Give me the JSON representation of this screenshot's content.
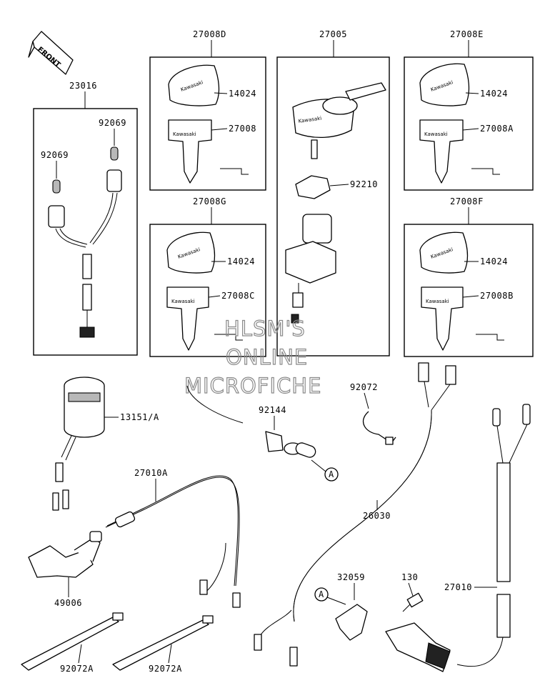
{
  "front_label": "FRONT",
  "callouts": {
    "c23016": "23016",
    "c92069a": "92069",
    "c92069b": "92069",
    "c27008D": "27008D",
    "c14024_d": "14024",
    "c27008": "27008",
    "c27008G": "27008G",
    "c14024_g": "14024",
    "c27008C": "27008C",
    "c27005": "27005",
    "c92210": "92210",
    "c27008E": "27008E",
    "c14024_e": "14024",
    "c27008A": "27008A",
    "c27008F": "27008F",
    "c14024_f": "14024",
    "c27008B": "27008B",
    "c13151A": "13151/A",
    "c92144": "92144",
    "c92072": "92072",
    "c27010A": "27010A",
    "c26030": "26030",
    "c27010": "27010",
    "c49006": "49006",
    "c32059": "32059",
    "c130": "130",
    "c92072A_1": "92072A",
    "c92072A_2": "92072A"
  },
  "ref_marks": {
    "a1": "A",
    "a2": "A"
  },
  "key_text": "Kawasaki",
  "watermark": {
    "line1": "HLSM'S",
    "line2": "ONLINE",
    "line3": "MICROFICHE"
  }
}
